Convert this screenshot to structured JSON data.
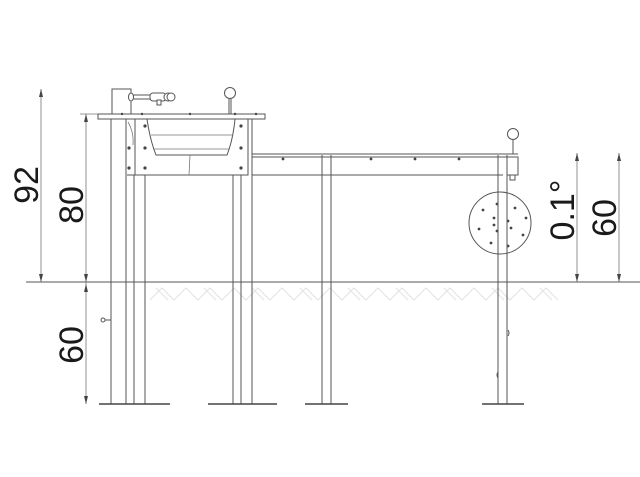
{
  "drawing": {
    "title": "Outdoor wash basin station with rain drum and post – side elevation",
    "units": "cm",
    "line_color": "#555555",
    "text_color": "#1a1a1a",
    "background": "#ffffff"
  },
  "dimensions": {
    "left_overall_height": {
      "label": "92",
      "value": 92
    },
    "left_table_height": {
      "label": "80",
      "value": 80
    },
    "left_underground_depth": {
      "label": "60",
      "value": 60
    },
    "right_tolerance": {
      "label": "0.1°",
      "value": "0.1°"
    },
    "right_height": {
      "label": "60",
      "value": 60
    }
  },
  "components": [
    {
      "id": "faucet",
      "name": "Pillar tap on backsplash"
    },
    {
      "id": "basin",
      "name": "Stainless steel sink basin"
    },
    {
      "id": "lever-left",
      "name": "Pump lever with ball knob"
    },
    {
      "id": "trough",
      "name": "Channel / trough beam"
    },
    {
      "id": "lever-right",
      "name": "Valve lever with ball knob"
    },
    {
      "id": "drum",
      "name": "Perforated rain disc"
    },
    {
      "id": "posts",
      "name": "Posts with base plates"
    },
    {
      "id": "ground",
      "name": "Ground line with soil hatching"
    }
  ]
}
